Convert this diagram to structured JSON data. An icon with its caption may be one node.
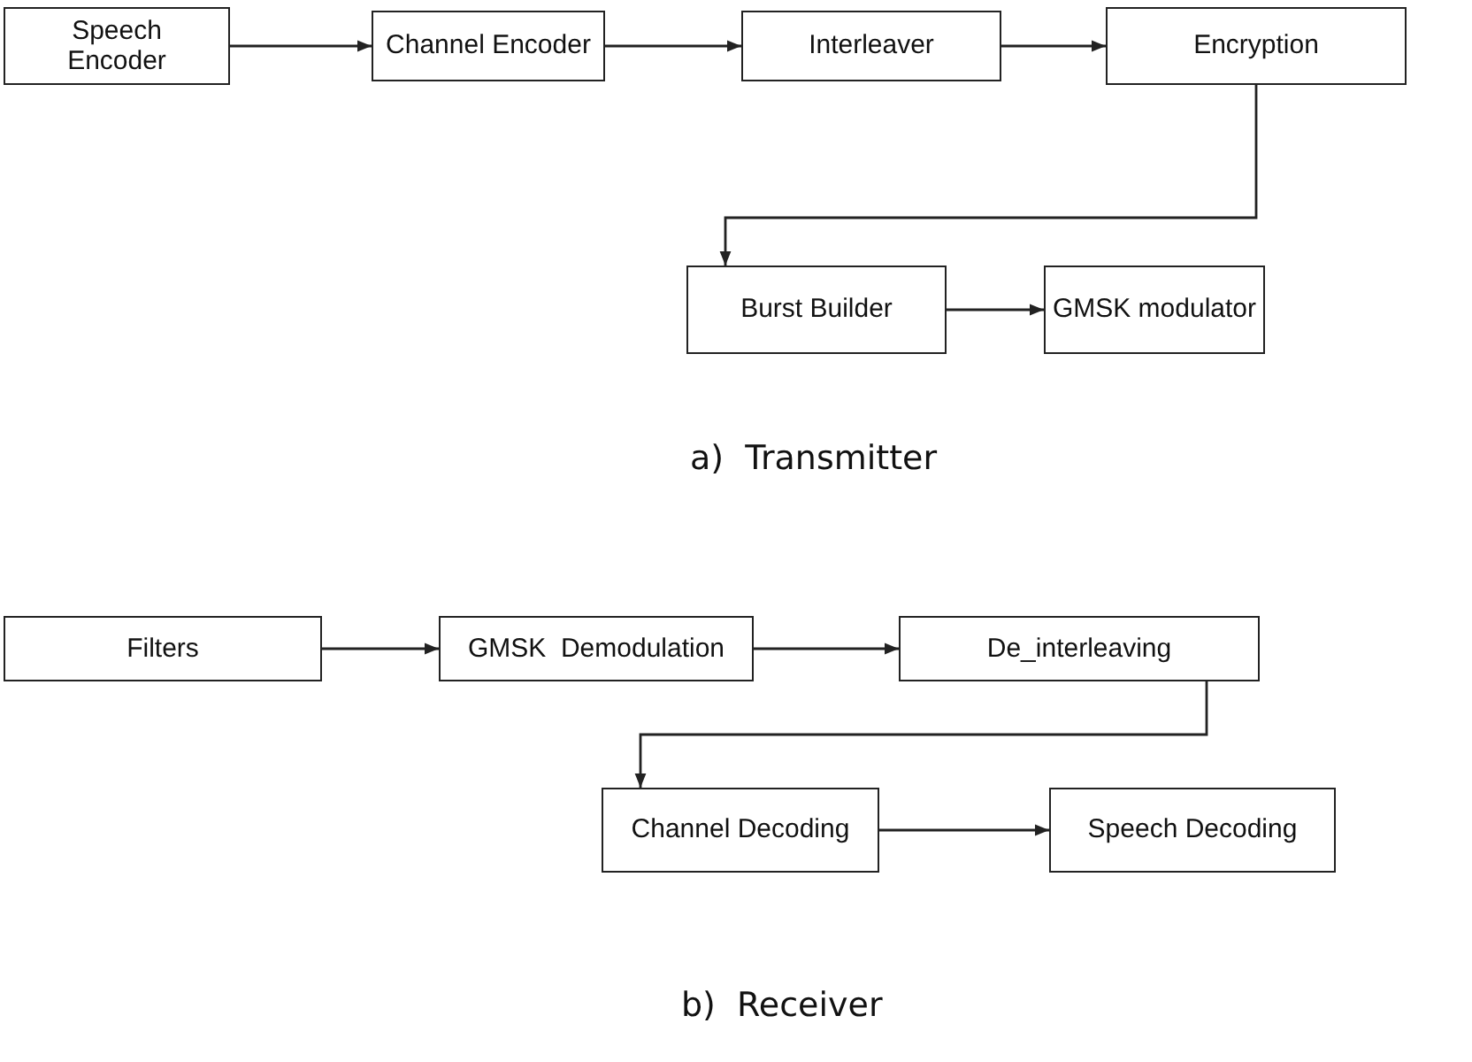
{
  "diagram": {
    "nodes": [
      {
        "text": [
          "Speech Encoder"
        ]
      },
      {
        "text": [
          "Channel Encoder"
        ]
      },
      {
        "text": [
          "Interleaver"
        ]
      },
      {
        "text": [
          "Encryption"
        ]
      },
      {
        "text": [
          "Burst Builder"
        ]
      },
      {
        "text": [
          "GMSK modulator"
        ]
      },
      {
        "text": [
          "Filters"
        ]
      },
      {
        "text": [
          "GMSK  Demodulation"
        ]
      },
      {
        "text": [
          "De_interleaving"
        ]
      },
      {
        "text": [
          "Channel Decoding"
        ]
      },
      {
        "text": [
          "Speech Decoding"
        ]
      }
    ],
    "edges": [
      {
        "from": 0,
        "to": 1,
        "arrow": "to"
      },
      {
        "from": 1,
        "to": 2,
        "arrow": "to"
      },
      {
        "from": 2,
        "to": 3,
        "arrow": "to"
      },
      {
        "from": 3,
        "to": 4,
        "arrow": "to"
      },
      {
        "from": 4,
        "to": 5,
        "arrow": "to"
      },
      {
        "from": 6,
        "to": 7,
        "arrow": "to"
      },
      {
        "from": 7,
        "to": 8,
        "arrow": "to"
      },
      {
        "from": 8,
        "to": 9,
        "arrow": "to"
      },
      {
        "from": 9,
        "to": 10,
        "arrow": "to"
      }
    ],
    "labels": [
      "a)  Transmitter",
      "b)  Receiver"
    ]
  }
}
